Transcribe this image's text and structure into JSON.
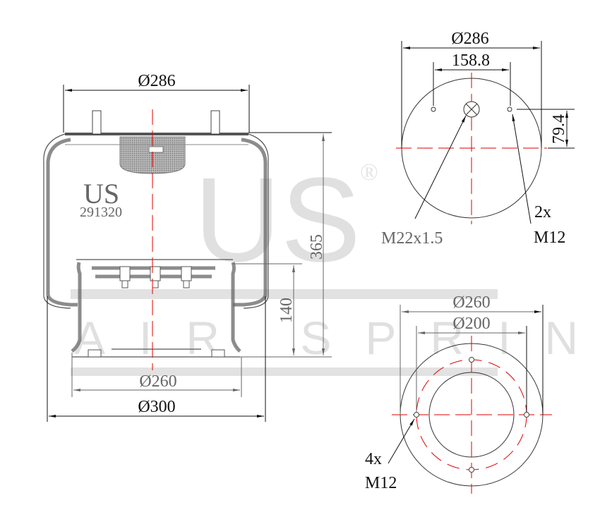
{
  "watermark": {
    "brand": "US",
    "registered_mark": "®",
    "subtitle": "AIR SPRING"
  },
  "part": {
    "brand_label": "US",
    "part_number": "291320"
  },
  "side_view": {
    "dimensions": {
      "top_diameter": "Ø286",
      "overall_height": "365",
      "piston_height": "140",
      "piston_base_diameter": "Ø260",
      "max_diameter": "Ø300"
    }
  },
  "top_view": {
    "dimensions": {
      "plate_diameter": "Ø286",
      "stud_spacing": "158.8",
      "stud_offset": "79.4"
    },
    "callouts": {
      "air_inlet": "M22x1.5",
      "stud_count": "2x",
      "stud_thread": "M12"
    }
  },
  "bottom_view": {
    "dimensions": {
      "base_diameter": "Ø260",
      "bolt_circle": "Ø200"
    },
    "callouts": {
      "hole_count": "4x",
      "hole_thread": "M12"
    }
  },
  "colors": {
    "centerline": "#e00000",
    "line": "#111111",
    "watermark": "#e0e0e0"
  }
}
